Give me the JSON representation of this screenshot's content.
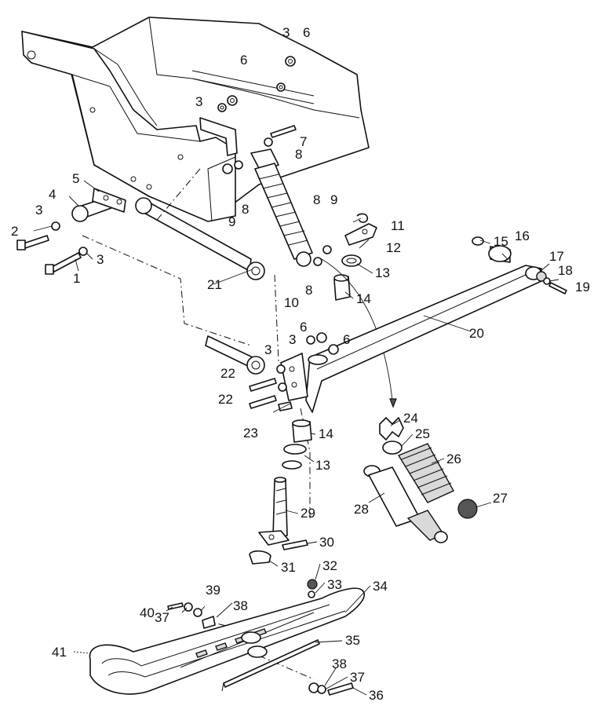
{
  "labels": {
    "l1": "1",
    "l2": "2",
    "l3a": "3",
    "l3b": "3",
    "l3c": "3",
    "l3d": "3",
    "l3e": "3",
    "l3f": "3",
    "l4": "4",
    "l5": "5",
    "l6a": "6",
    "l6b": "6",
    "l6c": "6",
    "l6d": "6",
    "l7": "7",
    "l8a": "8",
    "l8b": "8",
    "l8c": "8",
    "l8d": "8",
    "l9a": "9",
    "l9b": "9",
    "l10": "10",
    "l11": "11",
    "l12": "12",
    "l13a": "13",
    "l13b": "13",
    "l14a": "14",
    "l14b": "14",
    "l15": "15",
    "l16": "16",
    "l17": "17",
    "l18": "18",
    "l19": "19",
    "l20": "20",
    "l21": "21",
    "l22a": "22",
    "l22b": "22",
    "l23": "23",
    "l24": "24",
    "l25": "25",
    "l26": "26",
    "l27": "27",
    "l28": "28",
    "l29": "29",
    "l30": "30",
    "l31": "31",
    "l32": "32",
    "l33": "33",
    "l34": "34",
    "l35": "35",
    "l36": "36",
    "l37a": "37",
    "l37b": "37",
    "l38a": "38",
    "l38b": "38",
    "l39": "39",
    "l40": "40",
    "l41": "41"
  }
}
